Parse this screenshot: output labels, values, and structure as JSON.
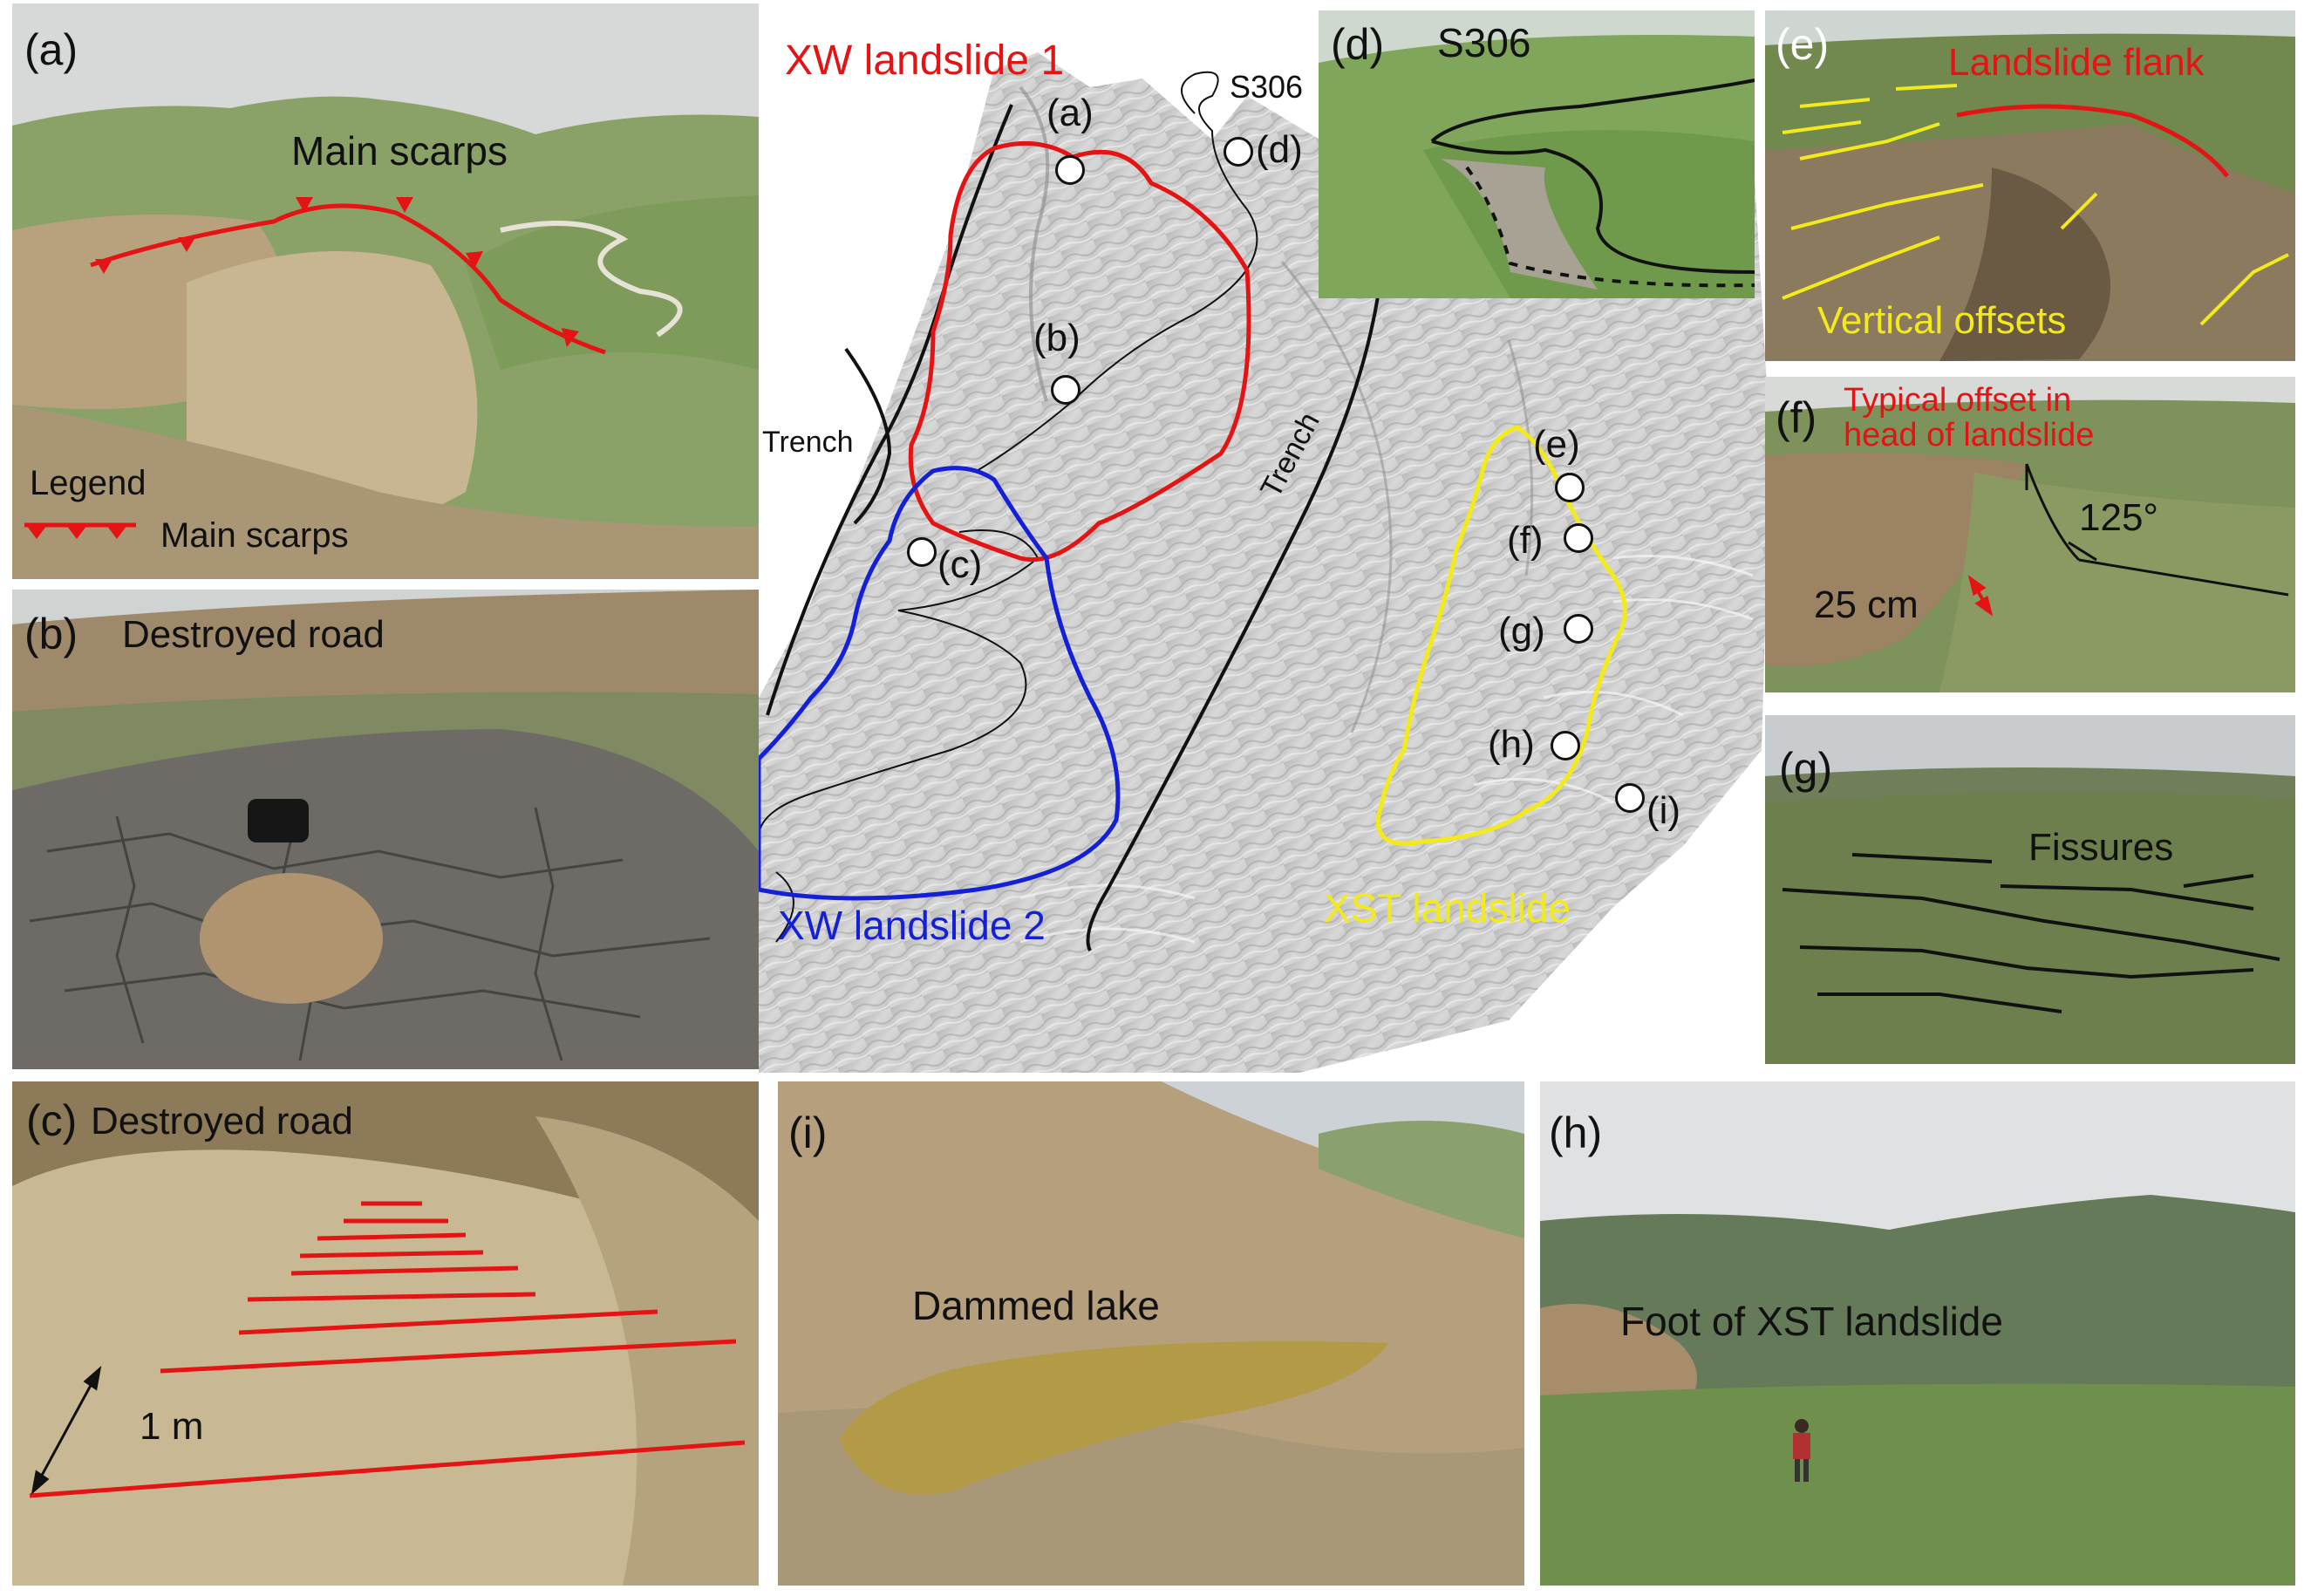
{
  "center_map": {
    "landslide1_label": "XW landslide 1",
    "landslide2_label": "XW landslide 2",
    "xst_label": "XST landslide",
    "road_label": "S306",
    "trench_left": "Trench",
    "trench_right": "Trench",
    "markers": [
      "(a)",
      "(b)",
      "(c)",
      "(d)",
      "(e)",
      "(f)",
      "(g)",
      "(h)",
      "(i)"
    ],
    "colors": {
      "landslide1": "#e41414",
      "landslide2": "#1420d8",
      "xst": "#f2ea1a"
    }
  },
  "panel_a": {
    "tag": "(a)",
    "title": "Main  scarps",
    "legend_title": "Legend",
    "legend_item": "Main  scarps"
  },
  "panel_b": {
    "tag": "(b)",
    "title": "Destroyed road"
  },
  "panel_c": {
    "tag": "(c)",
    "title": "Destroyed road",
    "measure": "1 m"
  },
  "panel_d": {
    "tag": "(d)",
    "title": "S306"
  },
  "panel_e": {
    "tag": "(e)",
    "flank": "Landslide flank",
    "offsets": "Vertical offsets"
  },
  "panel_f": {
    "tag": "(f)",
    "title_line1": "Typical offset in",
    "title_line2": "head of landslide",
    "angle": "125°",
    "offset": "25 cm"
  },
  "panel_g": {
    "tag": "(g)",
    "title": "Fissures"
  },
  "panel_h": {
    "tag": "(h)",
    "title": "Foot of XST landslide"
  },
  "panel_i": {
    "tag": "(i)",
    "title": "Dammed lake"
  }
}
